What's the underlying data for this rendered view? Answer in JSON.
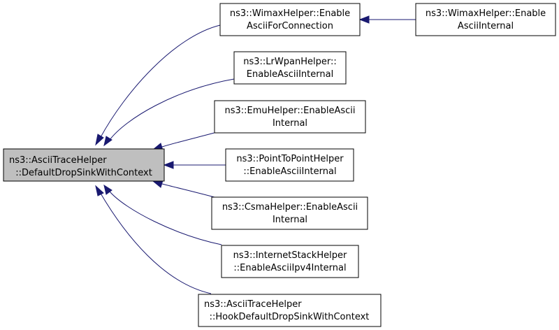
{
  "graph": {
    "root": {
      "id": "root",
      "lines": [
        "ns3::AsciiTraceHelper",
        "::DefaultDropSinkWithContext"
      ]
    },
    "callers": [
      {
        "id": "wimax-conn",
        "lines": [
          "ns3::WimaxHelper::Enable",
          "AsciiForConnection"
        ]
      },
      {
        "id": "lrwpan",
        "lines": [
          "ns3::LrWpanHelper::",
          "EnableAsciiInternal"
        ]
      },
      {
        "id": "emu",
        "lines": [
          "ns3::EmuHelper::EnableAscii",
          "Internal"
        ]
      },
      {
        "id": "p2p",
        "lines": [
          "ns3::PointToPointHelper",
          "::EnableAsciiInternal"
        ]
      },
      {
        "id": "csma",
        "lines": [
          "ns3::CsmaHelper::EnableAscii",
          "Internal"
        ]
      },
      {
        "id": "inet",
        "lines": [
          "ns3::InternetStackHelper",
          "::EnableAsciiIpv4Internal"
        ]
      },
      {
        "id": "hook",
        "lines": [
          "ns3::AsciiTraceHelper",
          "::HookDefaultDropSinkWithContext"
        ]
      }
    ],
    "second_level": [
      {
        "id": "wimax-internal",
        "lines": [
          "ns3::WimaxHelper::Enable",
          "AsciiInternal"
        ],
        "calls": "wimax-conn"
      }
    ],
    "colors": {
      "edge": "#191970",
      "root_fill": "#bfbfbf",
      "node_fill": "#ffffff",
      "border": "#000000"
    }
  }
}
